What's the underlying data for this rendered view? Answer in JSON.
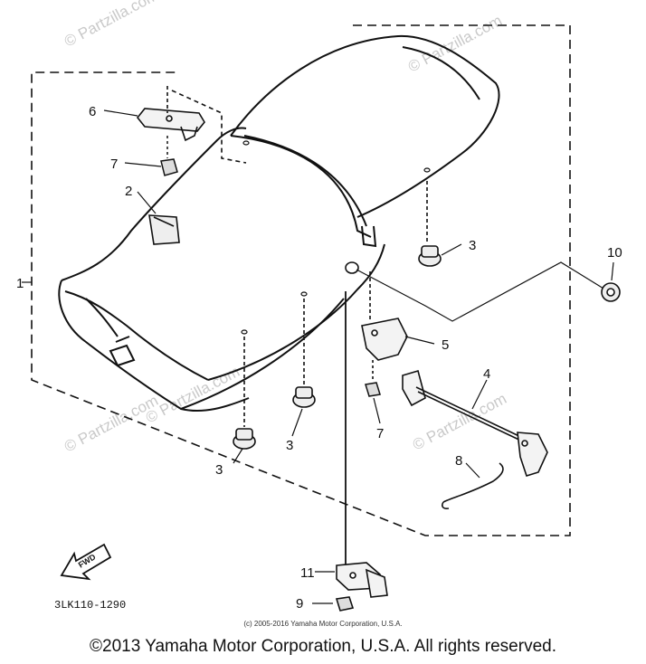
{
  "diagram": {
    "part_code": "3LK110-1290",
    "fwd_label": "FWD",
    "small_copyright": "(c) 2005-2016 Yamaha Motor Corporation, U.S.A.",
    "callouts": {
      "c1": "1",
      "c2": "2",
      "c3a": "3",
      "c3b": "3",
      "c3c": "3",
      "c4": "4",
      "c5": "5",
      "c6": "6",
      "c7a": "7",
      "c7b": "7",
      "c8": "8",
      "c9": "9",
      "c10": "10",
      "c11": "11"
    },
    "watermarks": {
      "w1": "© Partzilla.com",
      "w2": "© Partzilla.com",
      "w3": "© Partzilla.com",
      "w4": "© Partzilla.com",
      "w5": "© Partzilla.com"
    }
  },
  "footer": {
    "copyright": "©2013 Yamaha Motor Corporation, U.S.A. All rights reserved."
  }
}
